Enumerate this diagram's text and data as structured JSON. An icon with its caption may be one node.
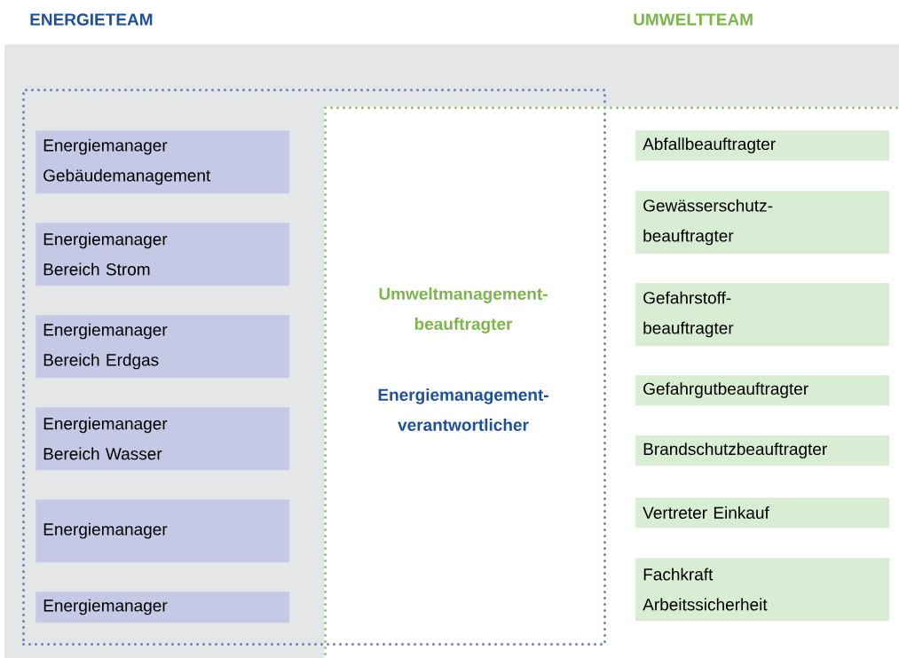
{
  "diagram": {
    "nodes": [
      {
        "text": [
          "ENERGIETEAM"
        ]
      },
      {
        "text": [
          "UMWELTTEAM"
        ]
      },
      {
        "text": [
          "Energiemanager Gebäudemanagement"
        ],
        "in": 0
      },
      {
        "text": [
          "Energiemanager Bereich Strom"
        ],
        "in": 0
      },
      {
        "text": [
          "Energiemanager Bereich Erdgas"
        ],
        "in": 0
      },
      {
        "text": [
          "Energiemanager Bereich Wasser"
        ],
        "in": 0
      },
      {
        "text": [
          "Energiemanager"
        ],
        "in": 0
      },
      {
        "text": [
          "Energiemanager"
        ],
        "in": 0
      },
      {
        "text": [
          "Abfallbeauftragter"
        ],
        "in": 1
      },
      {
        "text": [
          "Gewässerschutz-beauftragter"
        ],
        "in": 1
      },
      {
        "text": [
          "Gefahrstoff-beauftragter"
        ],
        "in": 1
      },
      {
        "text": [
          "Gefahrgutbeauftragter"
        ],
        "in": 1
      },
      {
        "text": [
          "Brandschutzbeauftragter"
        ],
        "in": 1
      },
      {
        "text": [
          "Vertreter Einkauf"
        ],
        "in": 1
      },
      {
        "text": [
          "Fachkraft Arbeitssicherheit"
        ],
        "in": 1
      }
    ],
    "labels": [
      "Umweltmanagement-beauftragter",
      "Energiemanagement-verantwortlicher"
    ]
  }
}
